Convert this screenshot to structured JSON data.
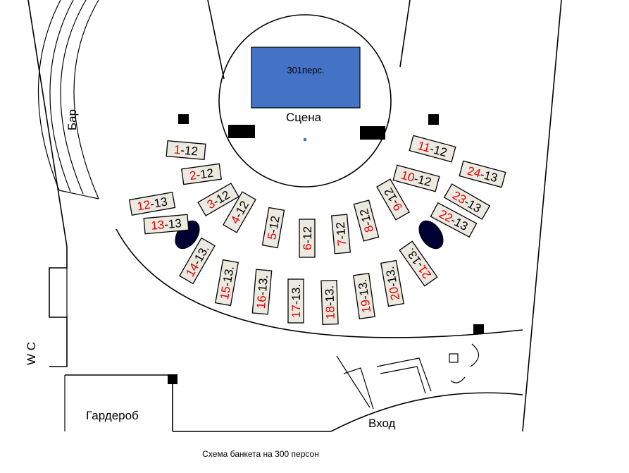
{
  "labels": {
    "bar": "Бар",
    "stage": "Сцена",
    "stage_box": "301перс.",
    "wc": "W C",
    "wardrobe": "Гардероб",
    "entrance": "Вход",
    "caption": "Схема банкета на 300 персон"
  },
  "colors": {
    "stage_box": "#4472c4",
    "table_fill": "#ece9e0",
    "table_number": "#e00000",
    "table_seats": "#000000"
  },
  "tables": [
    {
      "num": "1",
      "seats": "-12"
    },
    {
      "num": "2",
      "seats": "-12"
    },
    {
      "num": "3",
      "seats": "-12"
    },
    {
      "num": "4",
      "seats": "-12"
    },
    {
      "num": "5",
      "seats": "-12"
    },
    {
      "num": "6",
      "seats": "-12"
    },
    {
      "num": "7",
      "seats": "-12"
    },
    {
      "num": "8",
      "seats": "-12"
    },
    {
      "num": "9",
      "seats": "-12"
    },
    {
      "num": "10",
      "seats": "-12"
    },
    {
      "num": "11",
      "seats": "-12"
    },
    {
      "num": "12",
      "seats": "-13"
    },
    {
      "num": "13",
      "seats": "-13"
    },
    {
      "num": "14",
      "seats": "-13."
    },
    {
      "num": "15",
      "seats": "-13."
    },
    {
      "num": "16",
      "seats": "-13."
    },
    {
      "num": "17",
      "seats": "-13."
    },
    {
      "num": "18",
      "seats": "-13."
    },
    {
      "num": "19",
      "seats": "-13."
    },
    {
      "num": "20",
      "seats": "-13."
    },
    {
      "num": "21",
      "seats": "-13."
    },
    {
      "num": "22",
      "seats": "-13"
    },
    {
      "num": "23",
      "seats": "-13"
    },
    {
      "num": "24",
      "seats": "-13"
    }
  ]
}
